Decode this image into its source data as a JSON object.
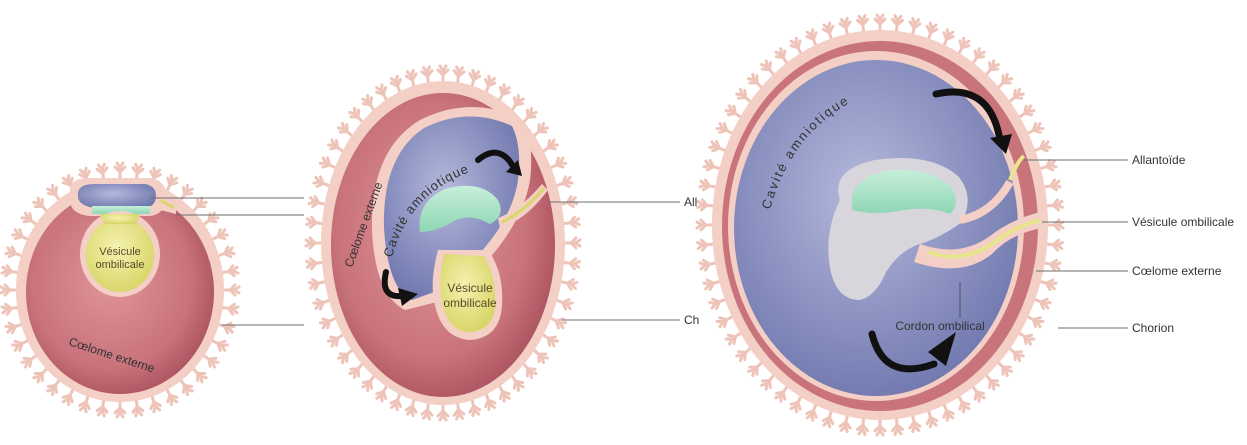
{
  "colors": {
    "chorion": "#f3cfc6",
    "villi": "#eec3b8",
    "coelome": "#c9737b",
    "coelome_dark": "#a8505c",
    "amnion": "#7f86b9",
    "amnion_light": "#aab0d6",
    "embryo": "#9ee0c2",
    "vesicule": "#e8e68c",
    "arrow": "#111111",
    "leader_line": "#6e6e6e"
  },
  "figure_1": {
    "vesicule_label": [
      "Vésicule",
      "ombilicale"
    ],
    "coelome_label": "Cœlome externe"
  },
  "figure_2": {
    "coelome_label": "Cœlome externe",
    "cavite_label": "Cavité amniotique",
    "vesicule_label": [
      "Vésicule",
      "ombilicale"
    ],
    "right_label_1": "All",
    "right_label_2": "Ch"
  },
  "figure_3": {
    "cavite_label": "Cavité amniotique",
    "cordon_label": "Cordon ombilical",
    "labels": {
      "allantoide": "Allantoïde",
      "vesicule": "Vésicule ombilicale",
      "coelome": "Cœlome externe",
      "chorion": "Chorion"
    }
  }
}
